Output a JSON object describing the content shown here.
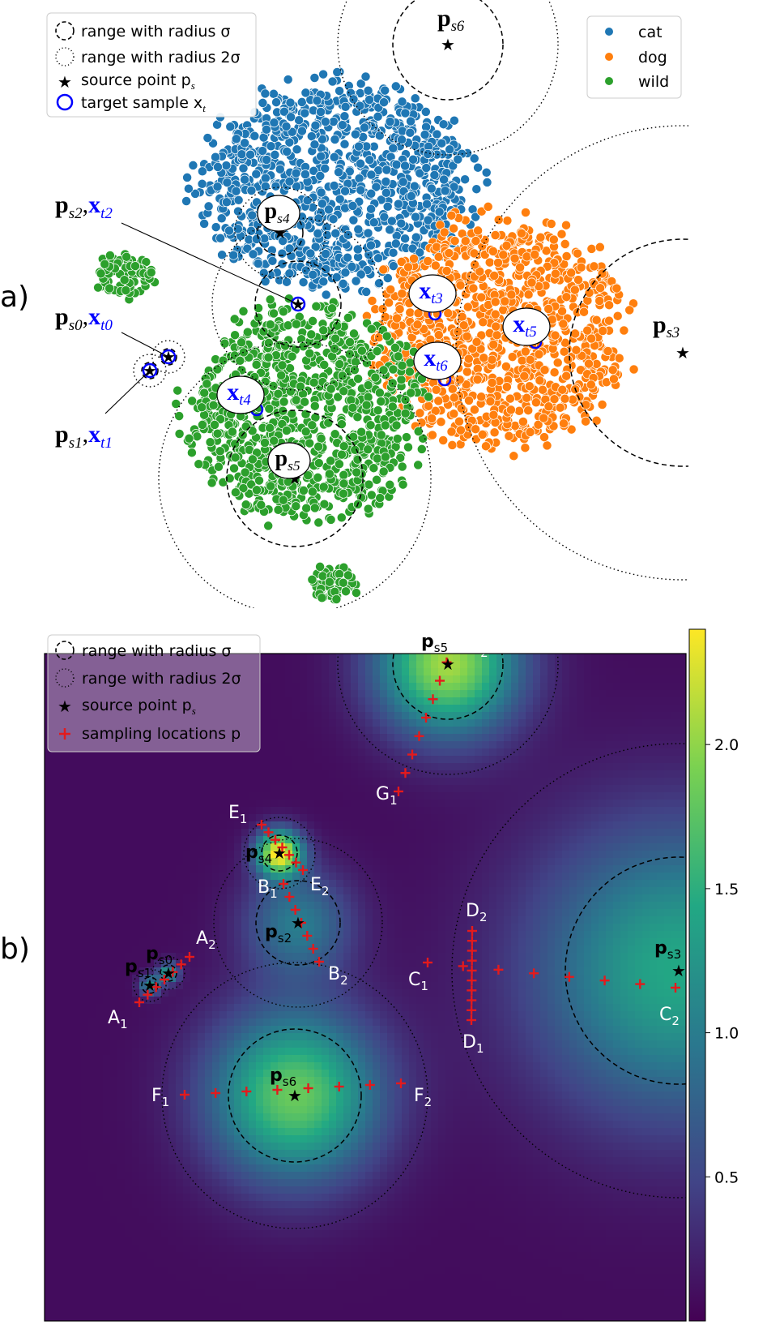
{
  "chart_data": [
    {
      "type": "scatter",
      "panel_label": "a)",
      "legend_tl": [
        {
          "text": "range with radius σ"
        },
        {
          "text": "range with radius 2σ"
        },
        {
          "text": "source point p",
          "sub": "s"
        },
        {
          "text": "target sample x",
          "sub": "t"
        }
      ],
      "legend_tr": [
        {
          "name": "cat",
          "color": "#1f77b4"
        },
        {
          "name": "dog",
          "color": "#ff7f0e"
        },
        {
          "name": "wild",
          "color": "#2ca02c"
        }
      ],
      "clusters": [
        {
          "series": "cat",
          "x": 415,
          "y": 230,
          "rx": 190,
          "ry": 145,
          "n": 1000,
          "seed": 11
        },
        {
          "series": "dog",
          "x": 615,
          "y": 410,
          "rx": 175,
          "ry": 160,
          "n": 1050,
          "seed": 23
        },
        {
          "series": "wild",
          "x": 375,
          "y": 510,
          "rx": 165,
          "ry": 150,
          "n": 950,
          "seed": 37
        },
        {
          "series": "wild",
          "x": 160,
          "y": 340,
          "rx": 48,
          "ry": 30,
          "n": 70,
          "seed": 41
        },
        {
          "series": "wild",
          "x": 410,
          "y": 720,
          "rx": 38,
          "ry": 25,
          "n": 55,
          "seed": 53
        }
      ],
      "source_points": [
        {
          "label": "p",
          "sub": "s0",
          "x": 208,
          "y": 440,
          "sigma": 10,
          "target": "x",
          "tsub": "t0"
        },
        {
          "label": "p",
          "sub": "s1",
          "x": 185,
          "y": 457,
          "sigma": 10,
          "target": "x",
          "tsub": "t1"
        },
        {
          "label": "p",
          "sub": "s2",
          "x": 368,
          "y": 375,
          "sigma": 53,
          "target": "x",
          "tsub": "t2"
        },
        {
          "label": "p",
          "sub": "s3",
          "x": 843,
          "y": 435,
          "sigma": 140
        },
        {
          "label": "p",
          "sub": "s4",
          "x": 346,
          "y": 287,
          "sigma": 28
        },
        {
          "label": "p",
          "sub": "s5",
          "x": 364,
          "y": 590,
          "sigma": 84
        },
        {
          "label": "p",
          "sub": "s6",
          "x": 553,
          "y": 55,
          "sigma": 68
        }
      ],
      "targets": [
        {
          "label": "x",
          "sub": "t3",
          "x": 537,
          "y": 387
        },
        {
          "label": "x",
          "sub": "t4",
          "x": 317,
          "y": 505
        },
        {
          "label": "x",
          "sub": "t5",
          "x": 661,
          "y": 422
        },
        {
          "label": "x",
          "sub": "t6",
          "x": 549,
          "y": 468
        }
      ]
    },
    {
      "type": "heatmap",
      "panel_label": "b)",
      "legend": [
        {
          "text": "range with radius σ"
        },
        {
          "text": "range with radius 2σ"
        },
        {
          "text": "source point p",
          "sub": "s"
        },
        {
          "text": "sampling locations p"
        }
      ],
      "colorbar": {
        "ticks": [
          "0.5",
          "1.0",
          "1.5",
          "2.0"
        ],
        "tick_values": [
          0.5,
          1.0,
          1.5,
          2.0
        ],
        "min": 0.0,
        "max": 2.4
      },
      "source_points": [
        {
          "label": "p",
          "sub": "s0",
          "x": 208,
          "y": 1200,
          "sigma": 10,
          "amp": 1.2
        },
        {
          "label": "p",
          "sub": "s1",
          "x": 185,
          "y": 1215,
          "sigma": 10,
          "amp": 1.1
        },
        {
          "label": "p",
          "sub": "s2",
          "x": 368,
          "y": 1138,
          "sigma": 52,
          "amp": 0.9
        },
        {
          "label": "p",
          "sub": "s3",
          "x": 838,
          "y": 1197,
          "sigma": 140,
          "amp": 1.35
        },
        {
          "label": "p",
          "sub": "s4",
          "x": 345,
          "y": 1052,
          "sigma": 22,
          "amp": 2.3
        },
        {
          "label": "p",
          "sub": "s5",
          "x": 553,
          "y": 819,
          "sigma": 68,
          "amp": 2.0
        },
        {
          "label": "p",
          "sub": "s6",
          "x": 364,
          "y": 1351,
          "sigma": 82,
          "amp": 1.75
        }
      ],
      "sampling_lines": [
        {
          "start": "A",
          "s1": "1",
          "end": "A",
          "s2": "2",
          "x0": 172,
          "y0": 1236,
          "x1": 234,
          "y1": 1180,
          "n": 7
        },
        {
          "start": "B",
          "s1": "1",
          "end": "B",
          "s2": "2",
          "x0": 350,
          "y0": 1090,
          "x1": 394,
          "y1": 1186,
          "n": 7
        },
        {
          "start": "C",
          "s1": "1",
          "end": "C",
          "s2": "2",
          "x0": 528,
          "y0": 1187,
          "x1": 834,
          "y1": 1218,
          "n": 8
        },
        {
          "start": "D",
          "s1": "1",
          "end": "D",
          "s2": "2",
          "x0": 582,
          "y0": 1258,
          "x1": 583,
          "y1": 1148,
          "n": 10
        },
        {
          "start": "E",
          "s1": "1",
          "end": "E",
          "s2": "2",
          "x0": 323,
          "y0": 1017,
          "x1": 374,
          "y1": 1073,
          "n": 7
        },
        {
          "start": "F",
          "s1": "1",
          "end": "F",
          "s2": "2",
          "x0": 228,
          "y0": 1350,
          "x1": 495,
          "y1": 1336,
          "n": 8
        },
        {
          "start": "G",
          "s1": "1",
          "end": "G",
          "s2": "2",
          "x0": 492,
          "y0": 976,
          "x1": 560,
          "y1": 794,
          "n": 9
        }
      ]
    }
  ]
}
